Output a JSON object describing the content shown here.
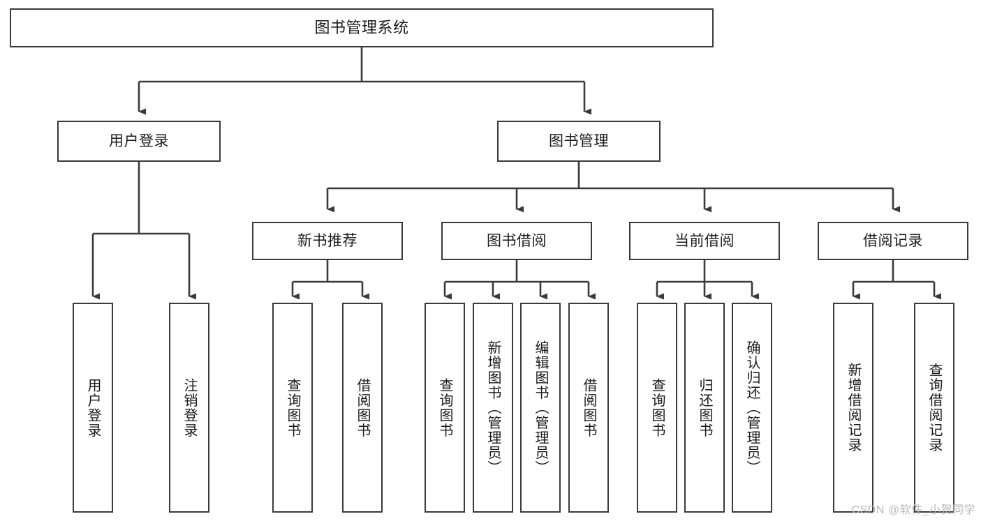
{
  "diagram": {
    "type": "hierarchy-tree",
    "title": "图书管理系统",
    "root": {
      "label": "图书管理系统"
    },
    "level2": [
      {
        "label": "用户登录"
      },
      {
        "label": "图书管理"
      }
    ],
    "level3": [
      {
        "label": "新书推荐"
      },
      {
        "label": "图书借阅"
      },
      {
        "label": "当前借阅"
      },
      {
        "label": "借阅记录"
      }
    ],
    "leaves": {
      "user_login": [
        {
          "label": "用户登录"
        },
        {
          "label": "注销登录"
        }
      ],
      "new_book_recommend": [
        {
          "label": "查询图书"
        },
        {
          "label": "借阅图书"
        }
      ],
      "book_borrow": [
        {
          "label": "查询图书"
        },
        {
          "label": "新增图书（管理员）"
        },
        {
          "label": "编辑图书（管理员）"
        },
        {
          "label": "借阅图书"
        }
      ],
      "current_borrow": [
        {
          "label": "查询图书"
        },
        {
          "label": "归还图书"
        },
        {
          "label": "确认归还（管理员）"
        }
      ],
      "borrow_record": [
        {
          "label": "新增借阅记录"
        },
        {
          "label": "查询借阅记录"
        }
      ]
    },
    "colors": {
      "stroke": "#3a3a3a",
      "fill": "#ffffff",
      "text": "#1a1a1a",
      "watermark": "#b9b9b9"
    }
  },
  "watermark": {
    "text": "CSDN @软件_小贺同学"
  }
}
